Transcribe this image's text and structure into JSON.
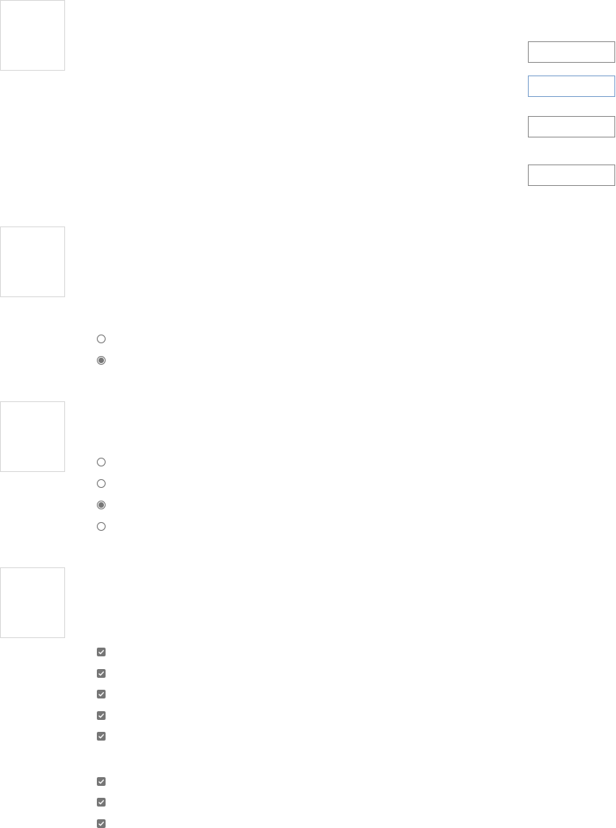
{
  "colors": {
    "control_gray": "#767676",
    "field_border": "#8e8e8e",
    "field_focus_border": "#7da2ce",
    "thumb_border": "#d9d9d9"
  },
  "sections": [
    {
      "id": "section-1",
      "thumbnail": "image-placeholder",
      "fields": [
        {
          "value": "",
          "placeholder": "",
          "focused": false
        },
        {
          "value": "",
          "placeholder": "",
          "focused": true
        },
        {
          "value": "",
          "placeholder": "",
          "focused": false
        },
        {
          "value": "",
          "placeholder": "",
          "focused": false
        }
      ]
    },
    {
      "id": "section-2",
      "thumbnail": "image-placeholder",
      "radio_options": [
        {
          "label": "",
          "checked": false
        },
        {
          "label": "",
          "checked": true
        }
      ]
    },
    {
      "id": "section-3",
      "thumbnail": "image-placeholder",
      "radio_options": [
        {
          "label": "",
          "checked": false
        },
        {
          "label": "",
          "checked": false
        },
        {
          "label": "",
          "checked": true
        },
        {
          "label": "",
          "checked": false
        }
      ]
    },
    {
      "id": "section-4",
      "thumbnail": "image-placeholder",
      "checkbox_groups": [
        [
          {
            "label": "",
            "checked": true
          },
          {
            "label": "",
            "checked": true
          },
          {
            "label": "",
            "checked": true
          },
          {
            "label": "",
            "checked": true
          },
          {
            "label": "",
            "checked": true
          }
        ],
        [
          {
            "label": "",
            "checked": true
          },
          {
            "label": "",
            "checked": true
          },
          {
            "label": "",
            "checked": true
          }
        ]
      ]
    }
  ]
}
